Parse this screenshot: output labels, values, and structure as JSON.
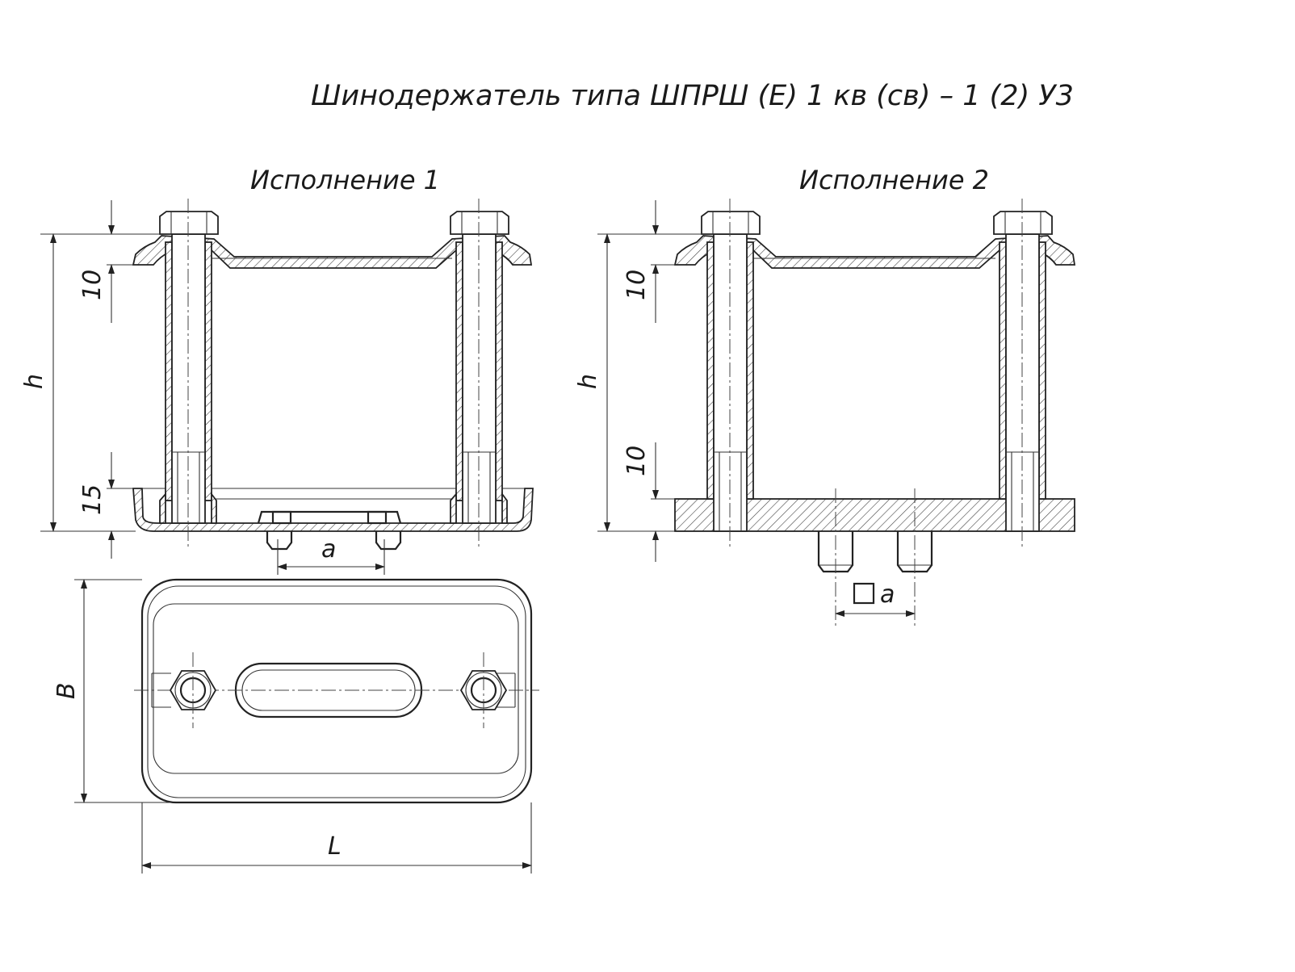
{
  "drawing": {
    "title": "Шинодержатель типа ШПРШ (Е) 1 кв (св) – 1 (2) У3",
    "views": [
      {
        "label": "Исполнение 1"
      },
      {
        "label": "Исполнение 2"
      }
    ],
    "dimensions": {
      "top_offset_1": "10",
      "height_1": "h",
      "bottom_offset_1": "15",
      "spacing_1": "a",
      "width": "B",
      "length": "L",
      "top_offset_2": "10",
      "height_2": "h",
      "bottom_offset_2": "10",
      "spacing_2": "a"
    }
  }
}
